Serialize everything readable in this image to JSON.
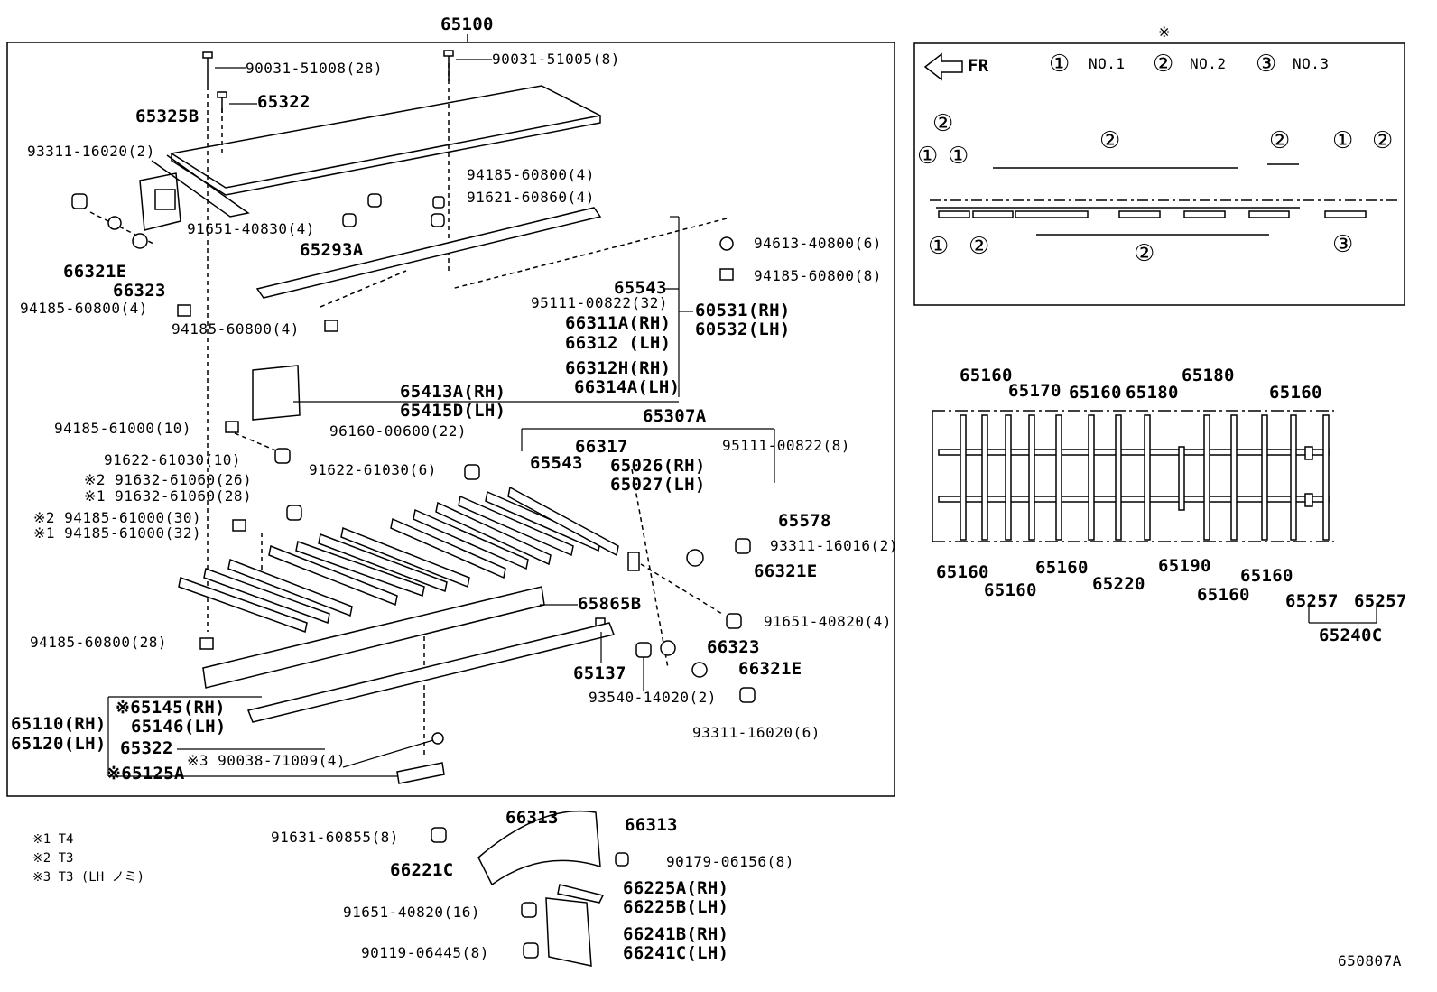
{
  "title": "65100",
  "main_labels": [
    "90031-51008(28)",
    "90031-51005(8)",
    "65322",
    "65325B",
    "93311-16020(2)",
    "94185-60800(4)",
    "91621-60860(4)",
    "91651-40830(4)",
    "65293A",
    "94613-40800(6)",
    "66321E",
    "94185-60800(8)",
    "66323",
    "65543",
    "95111-00822(32)",
    "60531(RH)",
    "94185-60800(4)",
    "66311A(RH)",
    "94185-60800(4)",
    "60532(LH)",
    "66312 (LH)",
    "66312H(RH)",
    "66314A(LH)",
    "65413A(RH)",
    "65415D(LH)",
    "65307A",
    "94185-61000(10)",
    "96160-00600(22)",
    "66317",
    "95111-00822(8)",
    "91622-61030(10)",
    "65543",
    "65026(RH)",
    "91622-61030(6)",
    "※2 91632-61060(26)",
    "65027(LH)",
    "※1 91632-61060(28)",
    "※2 94185-61000(30)",
    "65578",
    "※1 94185-61000(32)",
    "93311-16016(2)",
    "66321E",
    "65865B",
    "91651-40820(4)",
    "94185-60800(28)",
    "66323",
    "66321E",
    "65137",
    "93540-14020(2)",
    "※65145(RH)",
    "65110(RH)",
    "65146(LH)",
    "93311-16020(6)",
    "65120(LH)",
    "65322",
    "※3 90038-71009(4)",
    "※65125A"
  ],
  "bottom_labels": [
    "66313",
    "66313",
    "91631-60855(8)",
    "90179-06156(8)",
    "66221C",
    "66225A(RH)",
    "66225B(LH)",
    "91651-40820(16)",
    "66241B(RH)",
    "90119-06445(8)",
    "66241C(LH)"
  ],
  "notes": [
    "※1 T4",
    "※2 T3",
    "※3 T3 (LH ノミ)"
  ],
  "figure_id": "650807A",
  "inset": {
    "mark": "※",
    "direction": "FR",
    "legend": [
      {
        "symbol": "①",
        "text": "NO.1"
      },
      {
        "symbol": "②",
        "text": "NO.2"
      },
      {
        "symbol": "③",
        "text": "NO.3"
      }
    ],
    "callouts": [
      "②",
      "①",
      "①",
      "②",
      "②",
      "①",
      "②",
      "①",
      "②",
      "②",
      "③"
    ]
  },
  "crossmember_labels": [
    "65160",
    "65170",
    "65160",
    "65180",
    "65180",
    "65160",
    "65160",
    "65160",
    "65160",
    "65220",
    "65190",
    "65160",
    "65160",
    "65257",
    "65257",
    "65240C"
  ]
}
